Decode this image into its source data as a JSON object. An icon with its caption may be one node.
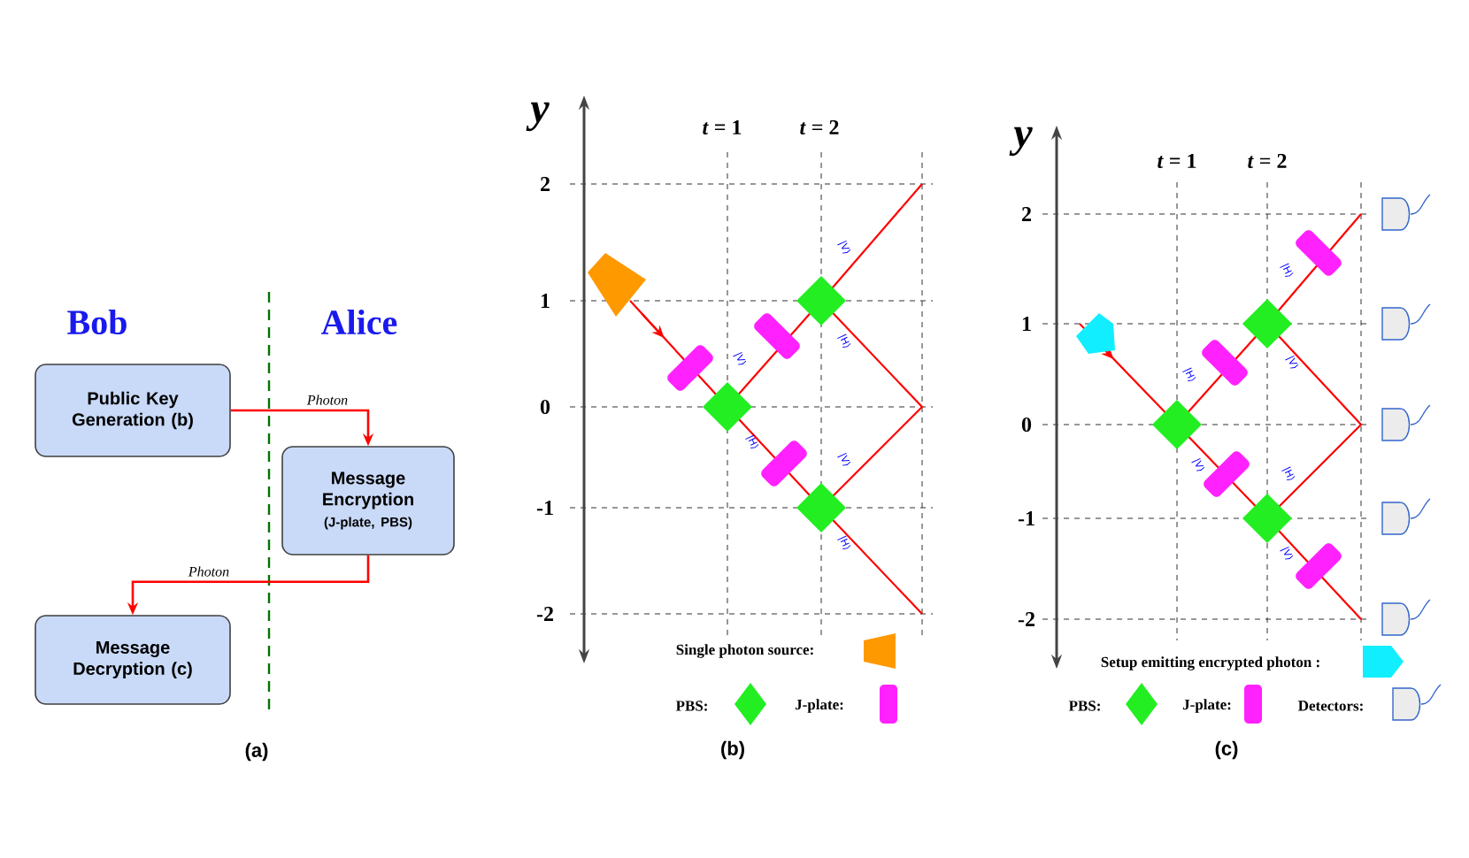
{
  "diagram": {
    "nodes": [
      {
        "text": [
          "Public Key Generation (b)"
        ]
      },
      {
        "text": [
          "Message Encryption",
          "(J-plate, PBS)"
        ]
      },
      {
        "text": [
          "Message Decryption (c)"
        ]
      }
    ],
    "edges": [
      {
        "from": 0,
        "to": 1,
        "arrow": "to",
        "label": "Photon"
      },
      {
        "from": 1,
        "to": 2,
        "arrow": "to",
        "label": "Photon"
      }
    ],
    "labels": [
      "Bob",
      "Alice",
      "(a)",
      "y",
      "*t* = 1",
      "*t* = 2",
      "2",
      "1",
      "0",
      "-1",
      "-2",
      "|V⟩",
      "|H⟩",
      "|V⟩",
      "|H⟩",
      "|V⟩",
      "|H⟩",
      "(b)",
      "y",
      "*t* = 1",
      "*t* = 2",
      "2",
      "1",
      "0",
      "-1",
      "-2",
      "|H⟩",
      "|V⟩",
      "|H⟩",
      "|V⟩",
      "|H⟩",
      "|V⟩",
      "(c)"
    ],
    "legend": [
      {
        "text": "Single photon source:"
      },
      {
        "text": "PBS:"
      },
      {
        "text": "J-plate:"
      },
      {
        "text": "Setup emitting encrypted photon :"
      },
      {
        "text": "PBS:"
      },
      {
        "text": "J-plate:"
      },
      {
        "text": "Detectors:"
      }
    ]
  }
}
